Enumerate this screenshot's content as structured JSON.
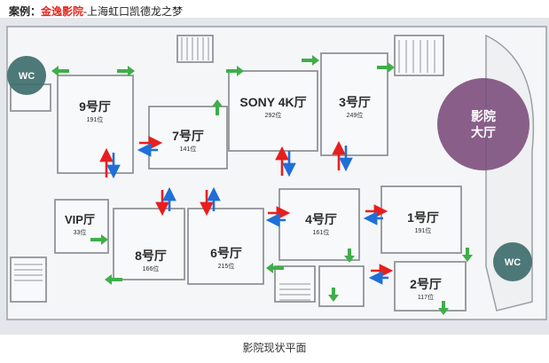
{
  "header": {
    "prefix": "案例：",
    "highlight": "金逸影院",
    "rest": "-上海虹口凯德龙之梦"
  },
  "caption": "影院现状平面",
  "halls": [
    {
      "name": "9号厅",
      "seats": "191位"
    },
    {
      "name": "7号厅",
      "seats": "141位"
    },
    {
      "name": "SONY 4K厅",
      "seats": "292位"
    },
    {
      "name": "3号厅",
      "seats": "249位"
    },
    {
      "name": "VIP厅",
      "seats": "33位"
    },
    {
      "name": "8号厅",
      "seats": "166位"
    },
    {
      "name": "6号厅",
      "seats": "215位"
    },
    {
      "name": "4号厅",
      "seats": "161位"
    },
    {
      "name": "1号厅",
      "seats": "191位"
    },
    {
      "name": "2号厅",
      "seats": "117位"
    }
  ],
  "wc_label": "WC",
  "big_hall_label": [
    "影院",
    "大厅"
  ],
  "colors": {
    "wc": "#3f6e6e",
    "big_hall": "#7a4a7a",
    "red_arrow": "#e81e1e",
    "blue_arrow": "#1e6fd8",
    "green_arrow": "#3fae4a",
    "wall": "#8f949a"
  }
}
